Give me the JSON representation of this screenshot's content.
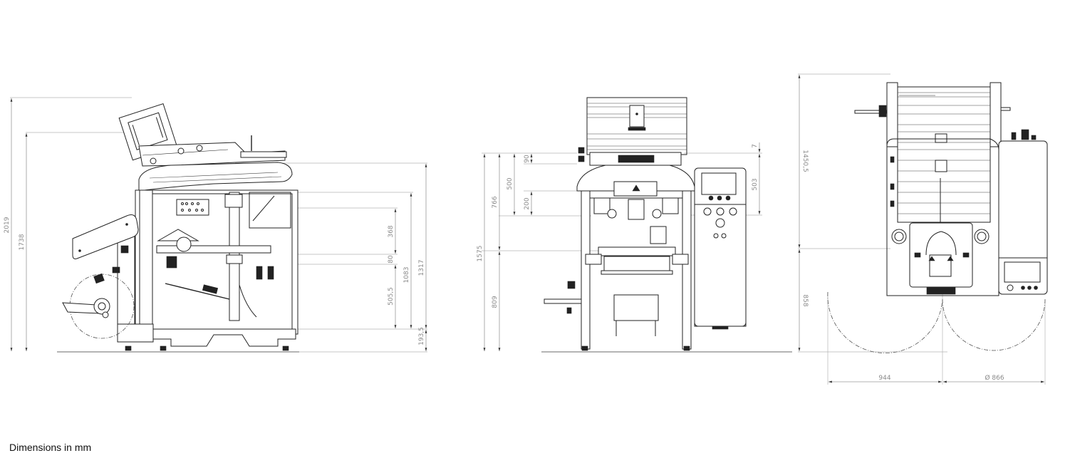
{
  "footer": {
    "note": "Dimensions in mm"
  },
  "side_view": {
    "dims": {
      "overall_height": "2019",
      "height_1738": "1738",
      "right_1317": "1317",
      "right_1083": "1083",
      "upper_368": "368",
      "gap_80": "80",
      "lower_505_5": "505,5",
      "base_193_5": "193,5"
    }
  },
  "front_view": {
    "dims": {
      "overall_1575": "1575",
      "upper_766": "766",
      "lower_809": "809",
      "top_500": "500",
      "top_90": "90",
      "mid_200": "200",
      "right_7": "7",
      "right_503": "503"
    }
  },
  "top_view": {
    "dims": {
      "upper_1450_5": "1450,5",
      "lower_858": "858",
      "bottom_944": "944",
      "diameter_866": "Ø 866"
    }
  },
  "colors": {
    "line": "#222222",
    "dimension": "#9a9a9a",
    "text": "#8a8a8a"
  }
}
